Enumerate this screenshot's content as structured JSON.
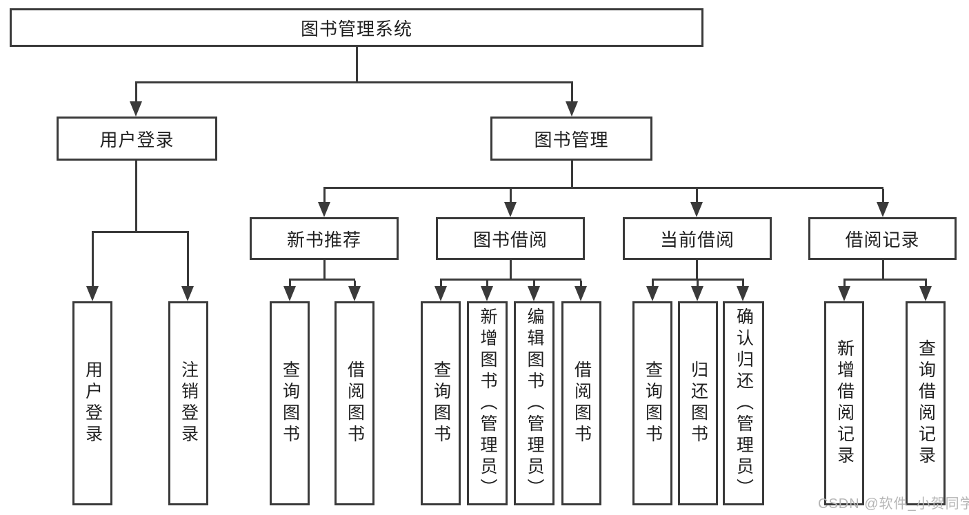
{
  "diagram": {
    "root": {
      "label": "图书管理系统"
    },
    "branches": [
      {
        "label": "用户登录"
      },
      {
        "label": "图书管理"
      }
    ],
    "modules": [
      {
        "label": "新书推荐"
      },
      {
        "label": "图书借阅"
      },
      {
        "label": "当前借阅"
      },
      {
        "label": "借阅记录"
      }
    ],
    "leaves": [
      {
        "label": "用户登录"
      },
      {
        "label": "注销登录"
      },
      {
        "label": "查询图书"
      },
      {
        "label": "借阅图书"
      },
      {
        "label": "查询图书"
      },
      {
        "label": "新增图书（管理员）"
      },
      {
        "label": "编辑图书（管理员）"
      },
      {
        "label": "借阅图书"
      },
      {
        "label": "查询图书"
      },
      {
        "label": "归还图书"
      },
      {
        "label": "确认归还（管理员）"
      },
      {
        "label": "新增借阅记录"
      },
      {
        "label": "查询借阅记录"
      }
    ]
  },
  "watermark": {
    "text": "CSDN @软件_小贺同学"
  },
  "colors": {
    "line": "#3a3a3a",
    "text": "#1f1f1f",
    "watermark": "#b5b5b5",
    "background": "#ffffff"
  }
}
